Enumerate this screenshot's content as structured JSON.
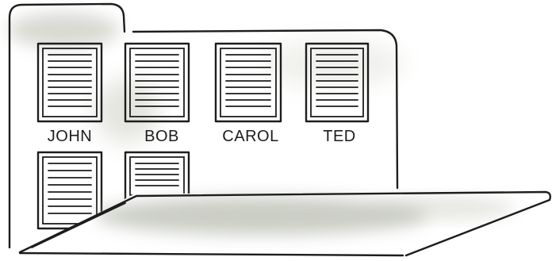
{
  "folder": {
    "documents": [
      {
        "label": "JOHN"
      },
      {
        "label": "BOB"
      },
      {
        "label": "CAROL"
      },
      {
        "label": "TED"
      },
      {
        "label": ""
      },
      {
        "label": ""
      }
    ]
  }
}
